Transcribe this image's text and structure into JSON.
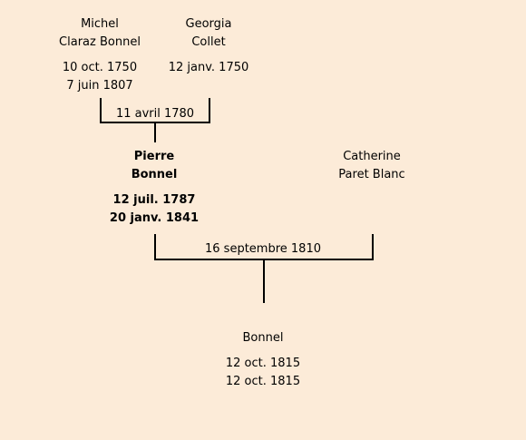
{
  "people": {
    "michel": {
      "first": "Michel",
      "last": "Claraz Bonnel",
      "birth": "10 oct. 1750",
      "death": "7 juin 1807"
    },
    "georgia": {
      "first": "Georgia",
      "last": "Collet",
      "birth": "12 janv. 1750"
    },
    "pierre": {
      "first": "Pierre",
      "last": "Bonnel",
      "birth": "12 juil. 1787",
      "death": "20 janv. 1841"
    },
    "catherine": {
      "first": "Catherine",
      "last": "Paret Blanc"
    },
    "child": {
      "last": "Bonnel",
      "birth": "12 oct. 1815",
      "death": "12 oct. 1815"
    }
  },
  "unions": {
    "parents": {
      "date": "11 avril 1780"
    },
    "pierre_catherine": {
      "date": "16 septembre 1810"
    }
  }
}
